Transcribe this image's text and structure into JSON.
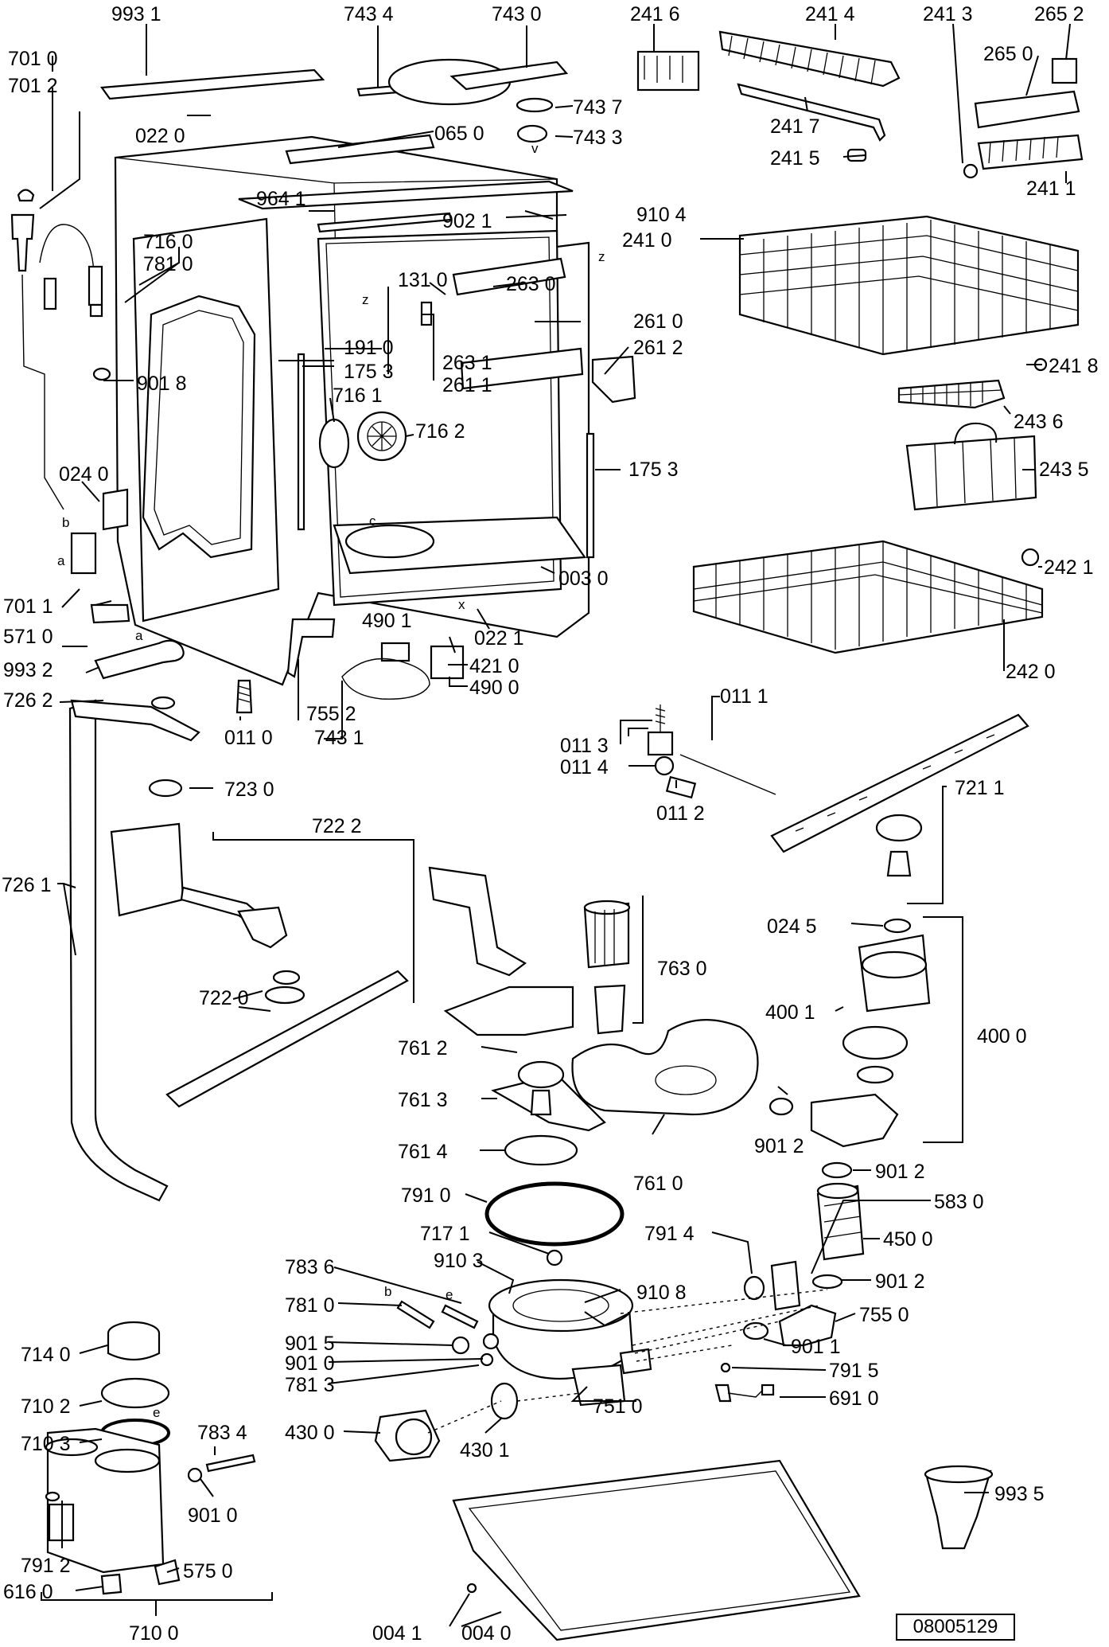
{
  "document_number": "08005129",
  "callouts": [
    {
      "id": "c9931",
      "text": "993 1"
    },
    {
      "id": "c7434",
      "text": "743 4"
    },
    {
      "id": "c7430",
      "text": "743 0"
    },
    {
      "id": "c2416",
      "text": "241 6"
    },
    {
      "id": "c2414",
      "text": "241 4"
    },
    {
      "id": "c2413",
      "text": "241 3"
    },
    {
      "id": "c2652",
      "text": "265 2"
    },
    {
      "id": "c2650",
      "text": "265 0"
    },
    {
      "id": "c7010",
      "text": "701 0"
    },
    {
      "id": "c7012",
      "text": "701 2"
    },
    {
      "id": "c7437",
      "text": "743 7"
    },
    {
      "id": "c7433",
      "text": "743 3"
    },
    {
      "id": "c2417",
      "text": "241 7"
    },
    {
      "id": "c2415",
      "text": "241 5"
    },
    {
      "id": "c2411",
      "text": "241 1"
    },
    {
      "id": "c0220",
      "text": "022 0"
    },
    {
      "id": "c0650",
      "text": "065 0"
    },
    {
      "id": "c9641",
      "text": "964 1"
    },
    {
      "id": "c9104",
      "text": "910 4"
    },
    {
      "id": "c9021",
      "text": "902 1"
    },
    {
      "id": "c2410",
      "text": "241 0"
    },
    {
      "id": "c7160",
      "text": "716 0"
    },
    {
      "id": "c7810a",
      "text": "781 0"
    },
    {
      "id": "c1310",
      "text": "131 0"
    },
    {
      "id": "c2630",
      "text": "263 0"
    },
    {
      "id": "c2610",
      "text": "261 0"
    },
    {
      "id": "c2612",
      "text": "261 2"
    },
    {
      "id": "c1910",
      "text": "191 0"
    },
    {
      "id": "c2631",
      "text": "263 1"
    },
    {
      "id": "c1753a",
      "text": "175 3"
    },
    {
      "id": "c2611",
      "text": "261 1"
    },
    {
      "id": "c2418",
      "text": "241 8"
    },
    {
      "id": "c9018",
      "text": "901 8"
    },
    {
      "id": "c7161",
      "text": "716 1"
    },
    {
      "id": "c7162",
      "text": "716 2"
    },
    {
      "id": "c2436",
      "text": "243 6"
    },
    {
      "id": "c1753b",
      "text": "175 3"
    },
    {
      "id": "c2435",
      "text": "243 5"
    },
    {
      "id": "c0240",
      "text": "024 0"
    },
    {
      "id": "c7011",
      "text": "701 1"
    },
    {
      "id": "c0030",
      "text": "003 0"
    },
    {
      "id": "c2421",
      "text": "242 1"
    },
    {
      "id": "c5710",
      "text": "571 0"
    },
    {
      "id": "c4901",
      "text": "490 1"
    },
    {
      "id": "c0221",
      "text": "022 1"
    },
    {
      "id": "c9932",
      "text": "993 2"
    },
    {
      "id": "c4210",
      "text": "421 0"
    },
    {
      "id": "c4900",
      "text": "490 0"
    },
    {
      "id": "c2420",
      "text": "242 0"
    },
    {
      "id": "c7262",
      "text": "726 2"
    },
    {
      "id": "c7552",
      "text": "755 2"
    },
    {
      "id": "c0110",
      "text": "011 0"
    },
    {
      "id": "c7431",
      "text": "743 1"
    },
    {
      "id": "c0111",
      "text": "011 1"
    },
    {
      "id": "c0113",
      "text": "011 3"
    },
    {
      "id": "c0114",
      "text": "011 4"
    },
    {
      "id": "c0112",
      "text": "011 2"
    },
    {
      "id": "c7230",
      "text": "723 0"
    },
    {
      "id": "c7222",
      "text": "722 2"
    },
    {
      "id": "c7211",
      "text": "721 1"
    },
    {
      "id": "c7261",
      "text": "726 1"
    },
    {
      "id": "c7630",
      "text": "763 0"
    },
    {
      "id": "c0245",
      "text": "024 5"
    },
    {
      "id": "c7220",
      "text": "722 0"
    },
    {
      "id": "c4001",
      "text": "400 1"
    },
    {
      "id": "c4000",
      "text": "400 0"
    },
    {
      "id": "c7612",
      "text": "761 2"
    },
    {
      "id": "c7613",
      "text": "761 3"
    },
    {
      "id": "c7614",
      "text": "761 4"
    },
    {
      "id": "c9012a",
      "text": "901 2"
    },
    {
      "id": "c9012b",
      "text": "901 2"
    },
    {
      "id": "c7610",
      "text": "761 0"
    },
    {
      "id": "c7910",
      "text": "791 0"
    },
    {
      "id": "c5830",
      "text": "583 0"
    },
    {
      "id": "c7171",
      "text": "717 1"
    },
    {
      "id": "c7914",
      "text": "791 4"
    },
    {
      "id": "c4500",
      "text": "450 0"
    },
    {
      "id": "c7836",
      "text": "783 6"
    },
    {
      "id": "c9103",
      "text": "910 3"
    },
    {
      "id": "c9108",
      "text": "910 8"
    },
    {
      "id": "c9012c",
      "text": "901 2"
    },
    {
      "id": "c7810b",
      "text": "781 0"
    },
    {
      "id": "c7550",
      "text": "755 0"
    },
    {
      "id": "c7140",
      "text": "714 0"
    },
    {
      "id": "c9015",
      "text": "901 5"
    },
    {
      "id": "c9011",
      "text": "901 1"
    },
    {
      "id": "c7102",
      "text": "710 2"
    },
    {
      "id": "c9010a",
      "text": "901 0"
    },
    {
      "id": "c7915",
      "text": "791 5"
    },
    {
      "id": "c7813",
      "text": "781 3"
    },
    {
      "id": "c7510",
      "text": "751 0"
    },
    {
      "id": "c6910",
      "text": "691 0"
    },
    {
      "id": "c7103",
      "text": "710 3"
    },
    {
      "id": "c7834",
      "text": "783 4"
    },
    {
      "id": "c4300",
      "text": "430 0"
    },
    {
      "id": "c4301",
      "text": "430 1"
    },
    {
      "id": "c9010b",
      "text": "901 0"
    },
    {
      "id": "c9935",
      "text": "993 5"
    },
    {
      "id": "c7912",
      "text": "791 2"
    },
    {
      "id": "c5750",
      "text": "575 0"
    },
    {
      "id": "c6160",
      "text": "616 0"
    },
    {
      "id": "c7100",
      "text": "710 0"
    },
    {
      "id": "c0041",
      "text": "004 1"
    },
    {
      "id": "c0040",
      "text": "004 0"
    }
  ],
  "marks": [
    {
      "id": "m_z1",
      "text": "z"
    },
    {
      "id": "m_z2",
      "text": "z"
    },
    {
      "id": "m_c",
      "text": "c"
    },
    {
      "id": "m_x",
      "text": "x"
    },
    {
      "id": "m_v",
      "text": "v"
    },
    {
      "id": "m_b1",
      "text": "b"
    },
    {
      "id": "m_a1",
      "text": "a"
    },
    {
      "id": "m_a2",
      "text": "a"
    },
    {
      "id": "m_b2",
      "text": "b"
    },
    {
      "id": "m_e1",
      "text": "e"
    },
    {
      "id": "m_e2",
      "text": "e"
    }
  ]
}
